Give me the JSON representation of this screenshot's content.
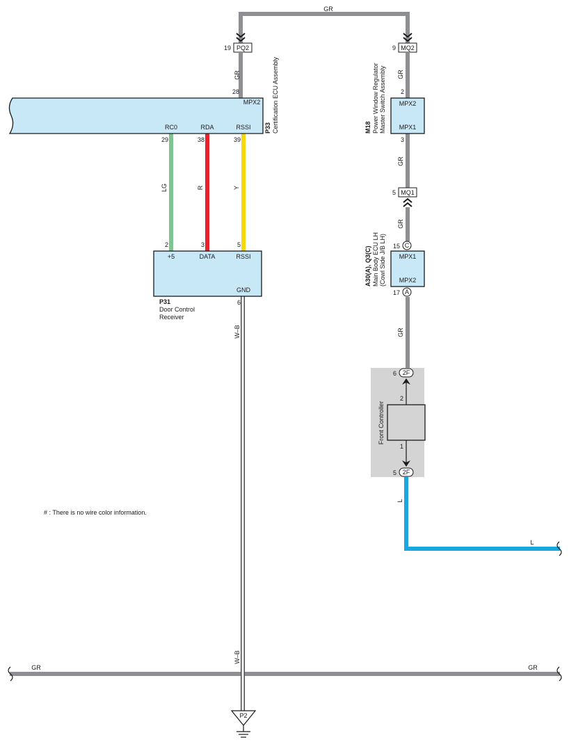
{
  "wire_colors": {
    "GR": "#8e8f93",
    "LG": "#7fc58f",
    "R": "#e8212b",
    "Y": "#f5d90a",
    "L": "#1aa7e0",
    "WB_outline": "#4a4a4a"
  },
  "box_fill": "#c9e8f7",
  "controller_fill": "#d4d4d4",
  "top_wire": {
    "color": "GR"
  },
  "pq2": {
    "pin": "19",
    "name": "PQ2"
  },
  "mq2": {
    "pin": "9",
    "name": "MQ2"
  },
  "mq1": {
    "pin": "5",
    "name": "MQ1"
  },
  "cert_ecu": {
    "code": "P33",
    "name": "Certification ECU Assembly",
    "top_pin": "28",
    "top_label": "MPX2",
    "top_wire": "GR",
    "terminals": [
      {
        "label": "RC0",
        "pin": "29",
        "wire": "LG"
      },
      {
        "label": "RDA",
        "pin": "38",
        "wire": "R"
      },
      {
        "label": "RSSI",
        "pin": "39",
        "wire": "Y"
      }
    ]
  },
  "receiver": {
    "code": "P31",
    "name_line1": "Door Control",
    "name_line2": "Receiver",
    "terminals": [
      {
        "label": "+5",
        "pin": "2"
      },
      {
        "label": "DATA",
        "pin": "3"
      },
      {
        "label": "RSSI",
        "pin": "5"
      }
    ],
    "gnd_label": "GND",
    "gnd_pin": "6",
    "gnd_wire": "W–B",
    "ground_wire": "W–B",
    "ground_point": "P2"
  },
  "power_window": {
    "code": "M18",
    "name_line1": "Power Window Regulator",
    "name_line2": "Master Switch Assembly",
    "top_wire": "GR",
    "top_pin": "2",
    "top_label": "MPX2",
    "bottom_label": "MPX1",
    "bottom_pin": "3",
    "bottom_wire": "GR"
  },
  "main_body_ecu": {
    "code": "A30(A), Q3(C)",
    "name_line1": "Main Body ECU LH",
    "name_line2": "(Cowl Side J/B LH)",
    "top_wire": "GR",
    "top_pin": "15",
    "top_conn": "C",
    "top_label": "MPX1",
    "bottom_label": "MPX2",
    "bottom_pin": "17",
    "bottom_conn": "A",
    "bottom_wire": "GR"
  },
  "front_controller": {
    "name": "Front Controller",
    "top_pin": "6",
    "top_conn": "2F",
    "inner_top_pin": "2",
    "inner_bottom_pin": "1",
    "bottom_pin": "5",
    "bottom_conn": "2F",
    "bottom_wire": "L",
    "right_wire": "L"
  },
  "bus": {
    "left_label": "GR",
    "right_label": "GR"
  },
  "note": "# : There is no wire color information."
}
